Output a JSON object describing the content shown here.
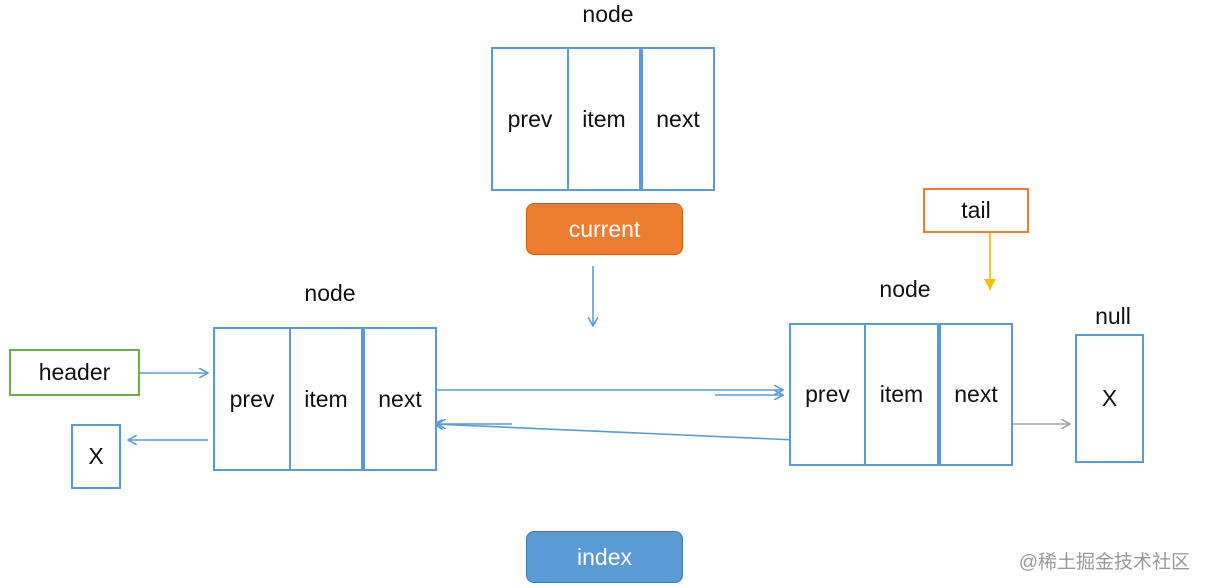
{
  "nodes": {
    "top": {
      "caption": "node",
      "prev": "prev",
      "item": "item",
      "next": "next"
    },
    "left": {
      "caption": "node",
      "prev": "prev",
      "item": "item",
      "next": "next"
    },
    "right": {
      "caption": "node",
      "prev": "prev",
      "item": "item",
      "next": "next"
    }
  },
  "pointers": {
    "current": {
      "label": "current",
      "color": "#ed7d31"
    },
    "index": {
      "label": "index",
      "color": "#5b9bd5"
    },
    "header": {
      "label": "header",
      "color": "#70ad47"
    },
    "tail": {
      "label": "tail",
      "color": "#ed7d31"
    }
  },
  "terminals": {
    "left_x": {
      "value": "X"
    },
    "null_box": {
      "caption": "null",
      "value": "X"
    }
  },
  "watermark": "@稀土掘金技术社区",
  "colors": {
    "node_border": "#5a9bd5",
    "arrow_blue": "#5a9bd5",
    "arrow_yellow": "#f5c000",
    "arrow_gray": "#a6a6a6"
  }
}
